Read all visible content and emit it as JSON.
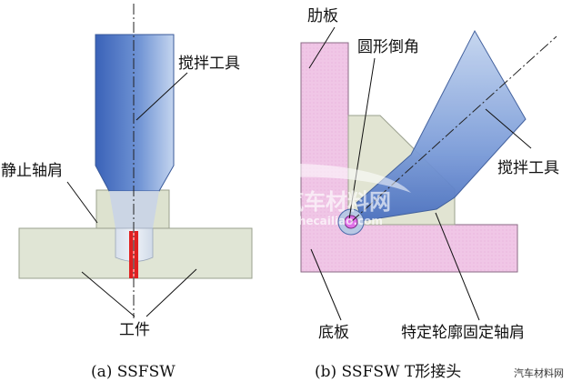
{
  "panel_a": {
    "labels": {
      "tool": "搅拌工具",
      "stationary_shoulder": "静止轴肩",
      "workpiece": "工件"
    },
    "caption": "(a) SSFSW"
  },
  "panel_b": {
    "labels": {
      "rib": "肋板",
      "fillet": "圆形倒角",
      "tool": "搅拌工具",
      "base": "底板",
      "profile_shoulder": "特定轮廓固定轴肩"
    },
    "caption": "(b) SSFSW T形接头"
  },
  "watermark": {
    "main": "中国汽车材料网",
    "url": "www.qichecailiao.com",
    "corner": "汽车材料网"
  },
  "colors": {
    "workpiece": "#e0e5d5",
    "shoulder": "#dde2cf",
    "tool_light": "#c4d5ef",
    "tool_dark": "#3c68bc",
    "weld": "#e02020",
    "plate_pink": "#f0c6e6",
    "fillet_magenta": "#e070e8"
  }
}
